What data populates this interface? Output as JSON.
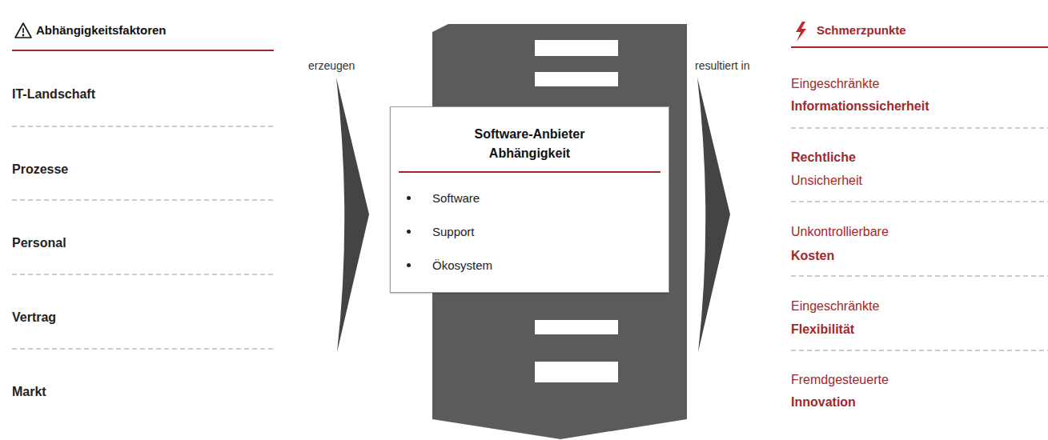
{
  "diagram": {
    "nodes": [
      {
        "text": [
          "Software-Anbieter Abhängigkeit",
          "Software",
          "Support",
          "Ökosystem"
        ]
      }
    ],
    "labels": [
      "Abhängigkeitsfaktoren",
      "IT-Landschaft",
      "Prozesse",
      "Personal",
      "Vertrag",
      "Markt",
      "erzeugen",
      "resultiert in",
      "Schmerzpunkte",
      "Eingeschränkte",
      "Informationssicherheit",
      "Rechtliche",
      "Unsicherheit",
      "Unkontrollierbare",
      "Kosten",
      "Eingeschränkte",
      "Flexibilität",
      "Fremdgesteuerte",
      "Innovation"
    ]
  }
}
